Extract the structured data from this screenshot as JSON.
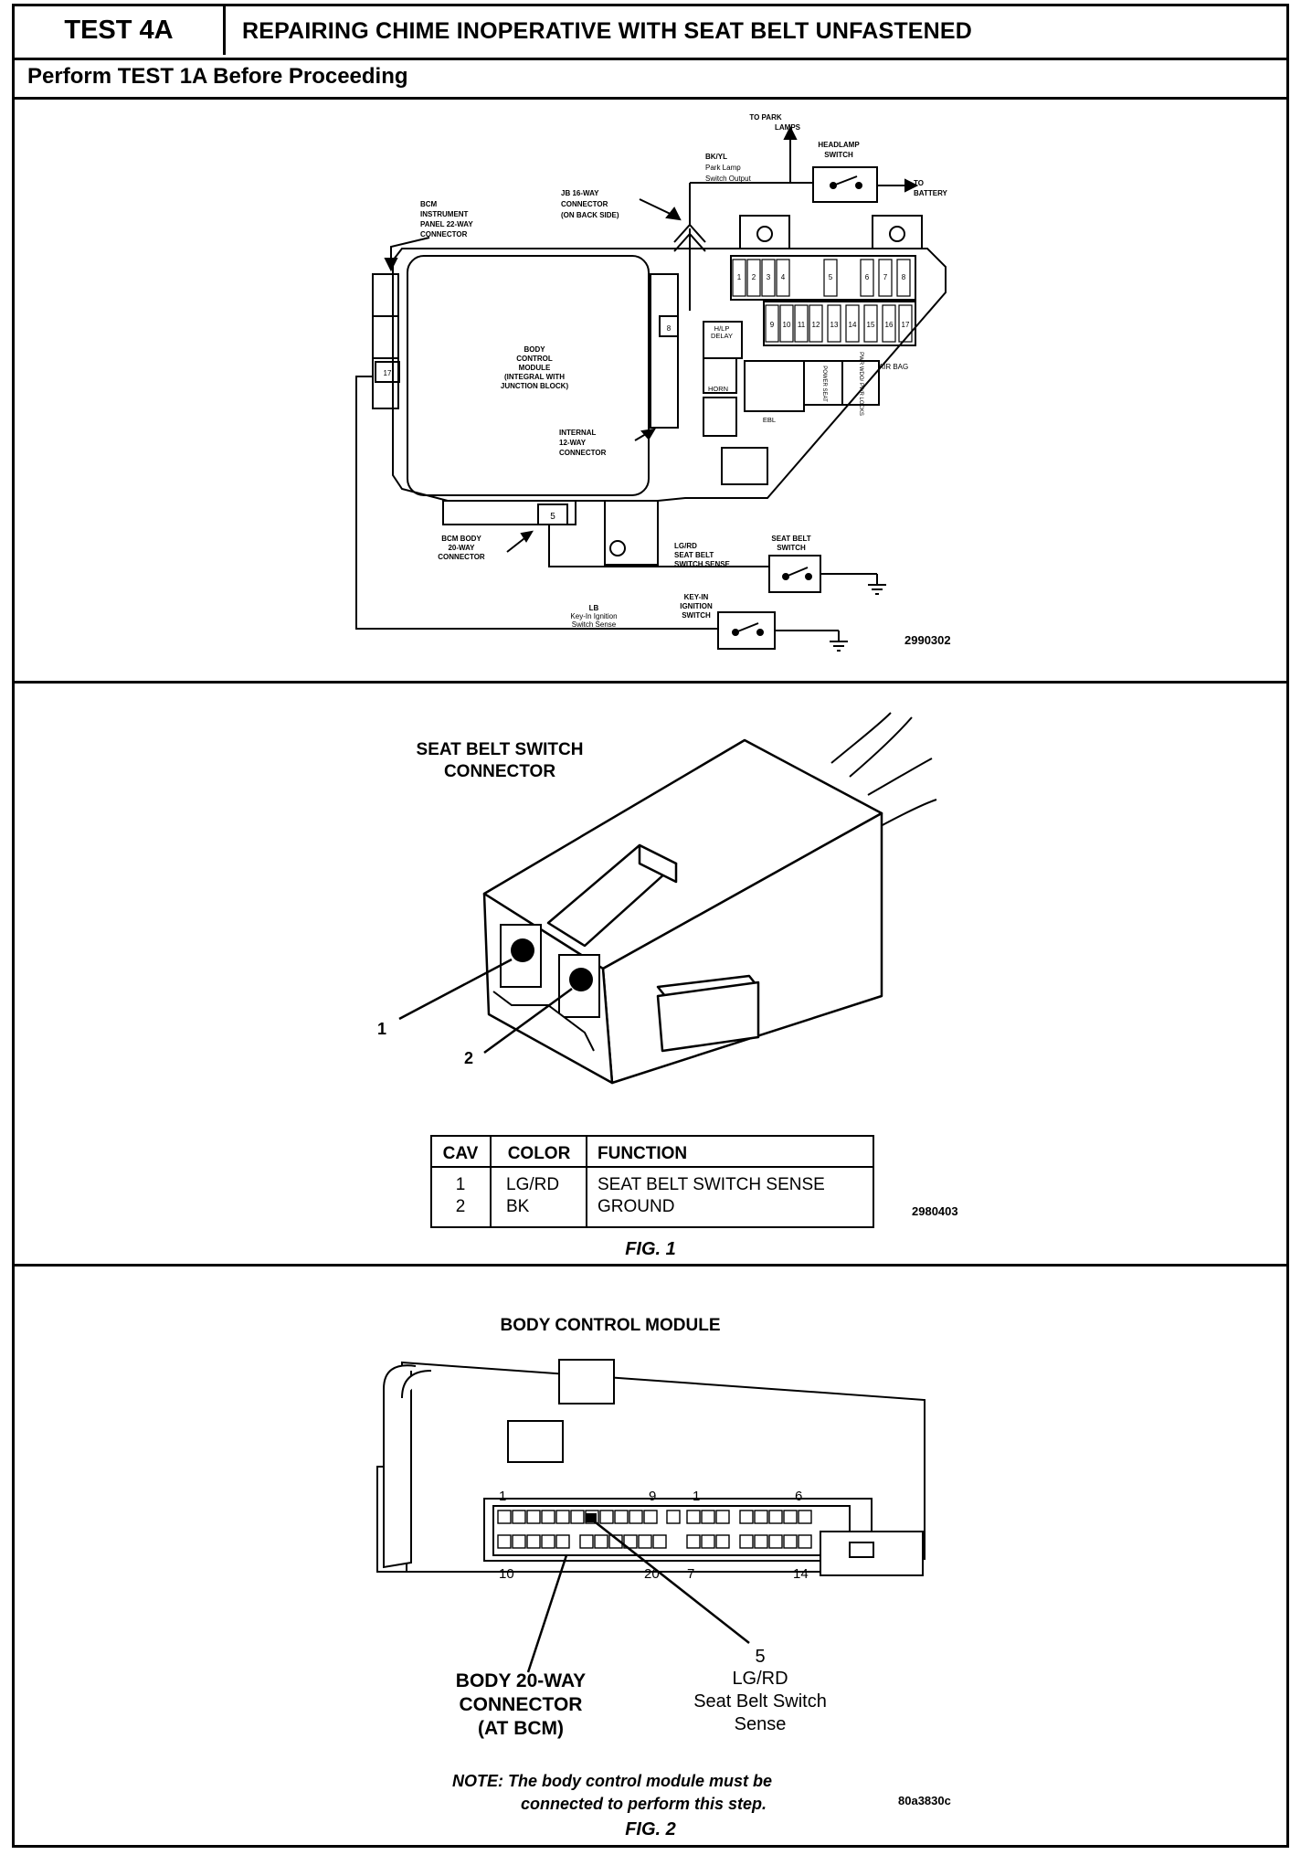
{
  "header": {
    "test_label": "TEST 4A",
    "title": "REPAIRING CHIME INOPERATIVE WITH SEAT BELT UNFASTENED",
    "perform": "Perform TEST 1A Before Proceeding"
  },
  "schematic": {
    "to_park_lamps": [
      "TO PARK",
      "LAMPS"
    ],
    "headlamp_switch": [
      "HEADLAMP",
      "SWITCH"
    ],
    "to_battery": [
      "TO",
      "BATTERY"
    ],
    "bkyl": [
      "BK/YL",
      "Park Lamp",
      "Switch Output"
    ],
    "jb_connector": [
      "JB 16-WAY",
      "CONNECTOR",
      "(ON BACK SIDE)"
    ],
    "bcm_ip_connector": [
      "BCM",
      "INSTRUMENT",
      "PANEL 22-WAY",
      "CONNECTOR"
    ],
    "bcm_module": [
      "BODY",
      "CONTROL",
      "MODULE",
      "(INTEGRAL WITH",
      "JUNCTION BLOCK)"
    ],
    "internal_connector": [
      "INTERNAL",
      "12-WAY",
      "CONNECTOR"
    ],
    "bcm_body_connector": [
      "BCM BODY",
      "20-WAY",
      "CONNECTOR"
    ],
    "lgrd": [
      "LG/RD",
      "SEAT BELT",
      "SWITCH SENSE"
    ],
    "seat_belt_switch": [
      "SEAT BELT",
      "SWITCH"
    ],
    "lb": [
      "LB",
      "Key-In Ignition",
      "Switch Sense"
    ],
    "key_in_switch": [
      "KEY-IN",
      "IGNITION",
      "SWITCH"
    ],
    "pin_8": "8",
    "pin_17": "17",
    "pin_5": "5",
    "hlp_delay": [
      "H/LP",
      "DELAY"
    ],
    "horn": "HORN",
    "ebl": "EBL",
    "air_bag": "AIR BAG",
    "fuses_top": [
      "1",
      "2",
      "3",
      "4",
      "5",
      "6",
      "7",
      "8"
    ],
    "fuses_bottom": [
      "9",
      "10",
      "11",
      "12",
      "13",
      "14",
      "15",
      "16",
      "17"
    ],
    "relay_label_1": "POWER SEAT",
    "relay_label_2": "PWR WDO/ PWR LOCKS",
    "figure_id": "2990302"
  },
  "fig1": {
    "title": [
      "SEAT BELT SWITCH",
      "CONNECTOR"
    ],
    "callout_1": "1",
    "callout_2": "2",
    "table": {
      "headers": [
        "CAV",
        "COLOR",
        "FUNCTION"
      ],
      "rows": [
        [
          "1",
          "LG/RD",
          "SEAT BELT SWITCH SENSE"
        ],
        [
          "2",
          "BK",
          "GROUND"
        ]
      ]
    },
    "figure_id": "2980403",
    "caption": "FIG. 1"
  },
  "fig2": {
    "title": "BODY CONTROL MODULE",
    "pin_labels": [
      "1",
      "9",
      "1",
      "6",
      "10",
      "20",
      "7",
      "14"
    ],
    "connector_label": [
      "BODY 20-WAY",
      "CONNECTOR",
      "(AT BCM)"
    ],
    "pin5_label": [
      "5",
      "LG/RD",
      "Seat Belt Switch",
      "Sense"
    ],
    "note": [
      "NOTE: The body control module must be",
      "connected to perform this step."
    ],
    "figure_id": "80a3830c",
    "caption": "FIG. 2"
  }
}
